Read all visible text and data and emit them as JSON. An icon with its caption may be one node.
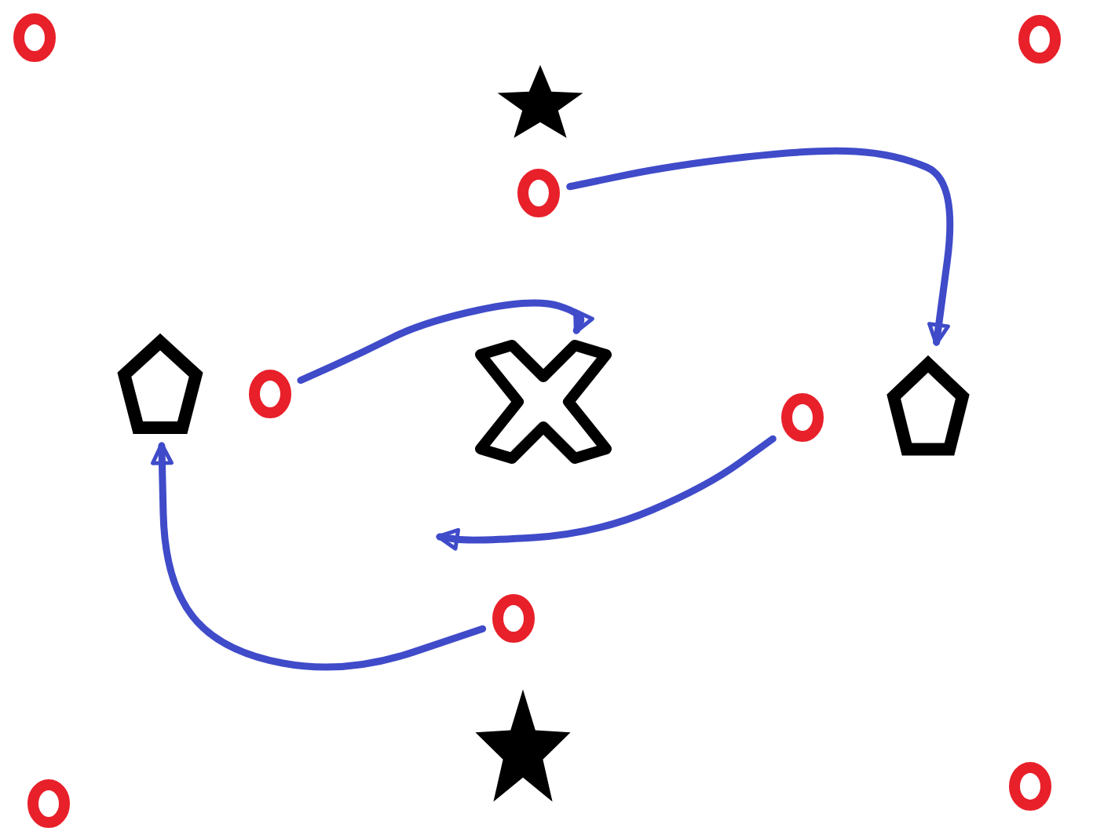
{
  "diagram": {
    "nodes": [
      {
        "text": [],
        "shape": "circle"
      },
      {
        "text": [],
        "shape": "circle"
      },
      {
        "text": [],
        "shape": "star"
      },
      {
        "text": [],
        "shape": "circle"
      },
      {
        "text": [],
        "shape": "pentagon"
      },
      {
        "text": [],
        "shape": "circle"
      },
      {
        "text": [],
        "shape": "cross"
      },
      {
        "text": [],
        "shape": "circle"
      },
      {
        "text": [],
        "shape": "pentagon"
      },
      {
        "text": [],
        "shape": "circle"
      },
      {
        "text": [],
        "shape": "star"
      },
      {
        "text": [],
        "shape": "circle"
      },
      {
        "text": [],
        "shape": "circle"
      }
    ],
    "edges": [
      {
        "from": 3,
        "to": 8,
        "arrow": "to"
      },
      {
        "from": 5,
        "to": 6,
        "arrow": "to"
      },
      {
        "from": 7,
        "to": null,
        "arrow": "to"
      },
      {
        "from": 9,
        "to": 4,
        "arrow": "to"
      }
    ]
  }
}
